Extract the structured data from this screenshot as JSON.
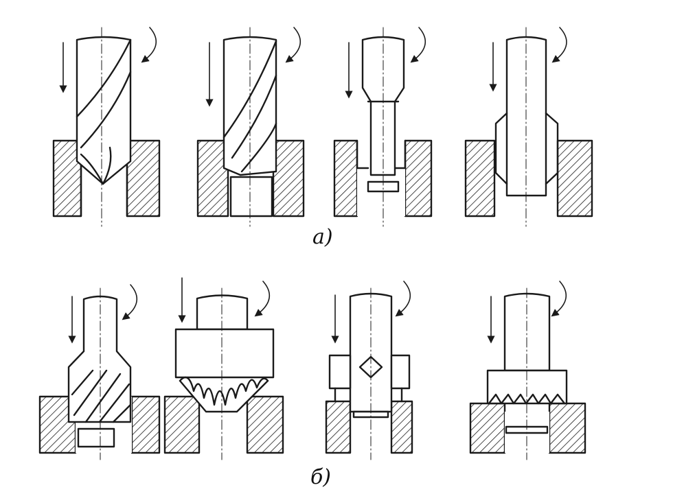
{
  "figure": {
    "ink_color": "#1a1a1a",
    "paper_color": "#ffffff",
    "row_a_label": "а)",
    "row_b_label": "б)",
    "row_a_tools": [
      "twist-drill",
      "core-drill",
      "counterbore-pilot",
      "countersink-collar"
    ],
    "row_b_tools": [
      "spiral-counterbore",
      "cone-countersink",
      "insert-cutter",
      "face-cutter"
    ]
  }
}
